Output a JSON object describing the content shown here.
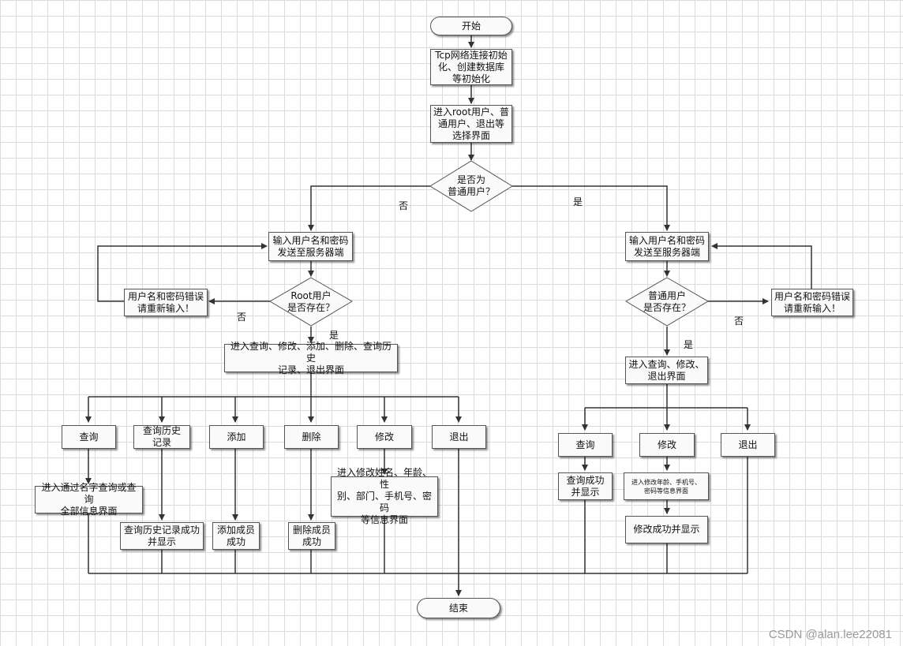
{
  "nodes": {
    "start": "开始",
    "init": "Tcp网络连接初始\n化、创建数据库\n等初始化",
    "select_ui": "进入root用户、普\n通用户、退出等\n选择界面",
    "is_normal": "是否为\n普通用户？",
    "root_login": "输入用户名和密码\n发送至服务器端",
    "root_exists": "Root用户\n是否存在？",
    "root_error": "用户名和密码错误\n请重新输入！",
    "root_menu": "进入查询、修改、添加、删除、查询历史\n记录、退出界面",
    "r_query": "查询",
    "r_history": "查询历史\n记录",
    "r_add": "添加",
    "r_delete": "删除",
    "r_modify": "修改",
    "r_exit": "退出",
    "r_query_ui": "进入通过名字查询或查询\n全部信息界面",
    "r_history_ok": "查询历史记录成功\n并显示",
    "r_add_ok": "添加成员\n成功",
    "r_delete_ok": "删除成员\n成功",
    "r_modify_ui": "进入修改姓名、年龄、性\n别、部门、手机号、密码\n等信息界面",
    "n_login": "输入用户名和密码\n发送至服务器端",
    "n_exists": "普通用户\n是否存在？",
    "n_error": "用户名和密码错误\n请重新输入！",
    "n_menu": "进入查询、修改、\n退出界面",
    "n_query": "查询",
    "n_modify": "修改",
    "n_exit": "退出",
    "n_query_ok": "查询成功\n并显示",
    "n_modify_ui": "进入修改年龄、手机号、\n密码等信息界面",
    "n_modify_ok": "修改成功并显示",
    "end": "结束"
  },
  "edge_labels": {
    "no_main": "否",
    "yes_main": "是",
    "root_no": "否",
    "root_yes": "是",
    "normal_no": "否",
    "normal_yes": "是"
  },
  "watermark": "CSDN @alan.lee22081"
}
